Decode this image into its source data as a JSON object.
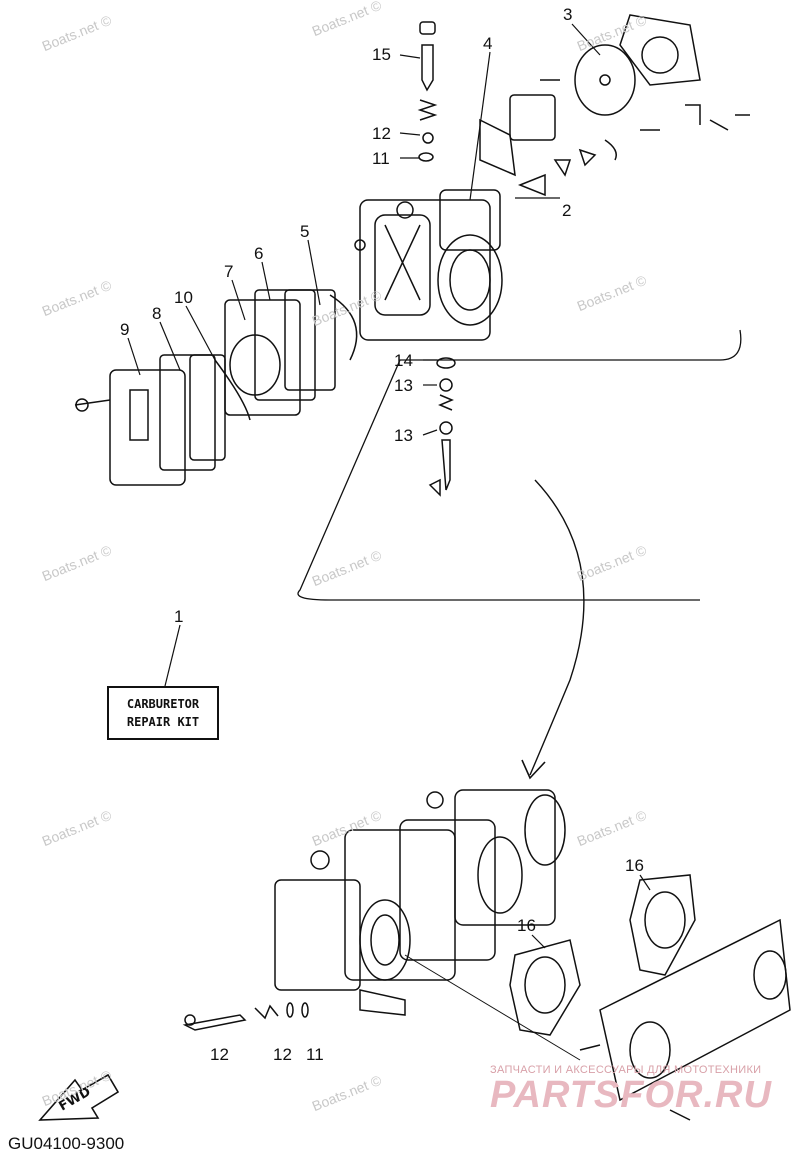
{
  "callouts": [
    {
      "id": "c1",
      "text": "1"
    },
    {
      "id": "c2",
      "text": "2"
    },
    {
      "id": "c3",
      "text": "3"
    },
    {
      "id": "c4",
      "text": "4"
    },
    {
      "id": "c5",
      "text": "5"
    },
    {
      "id": "c6",
      "text": "6"
    },
    {
      "id": "c7",
      "text": "7"
    },
    {
      "id": "c8",
      "text": "8"
    },
    {
      "id": "c9",
      "text": "9"
    },
    {
      "id": "c10",
      "text": "10"
    },
    {
      "id": "c11a",
      "text": "11"
    },
    {
      "id": "c11b",
      "text": "11"
    },
    {
      "id": "c12a",
      "text": "12"
    },
    {
      "id": "c12b",
      "text": "12"
    },
    {
      "id": "c12c",
      "text": "12"
    },
    {
      "id": "c13a",
      "text": "13"
    },
    {
      "id": "c13b",
      "text": "13"
    },
    {
      "id": "c14",
      "text": "14"
    },
    {
      "id": "c15",
      "text": "15"
    },
    {
      "id": "c16a",
      "text": "16"
    },
    {
      "id": "c16b",
      "text": "16"
    }
  ],
  "repair_kit": {
    "line1": "CARBURETOR",
    "line2": "REPAIR KIT"
  },
  "fwd_label": "FWD",
  "diagram_code": "GU04100-9300",
  "watermark_text": "Boats.net ©",
  "brand": {
    "tagline": "ЗАПЧАСТИ И АКСЕССУАРЫ ДЛЯ МОТОТЕХНИКИ",
    "logo": "PARTSFOR.RU"
  },
  "colors": {
    "ink": "#111111",
    "watermark": "#c8c8c8",
    "brand": "#e8b8c0"
  }
}
